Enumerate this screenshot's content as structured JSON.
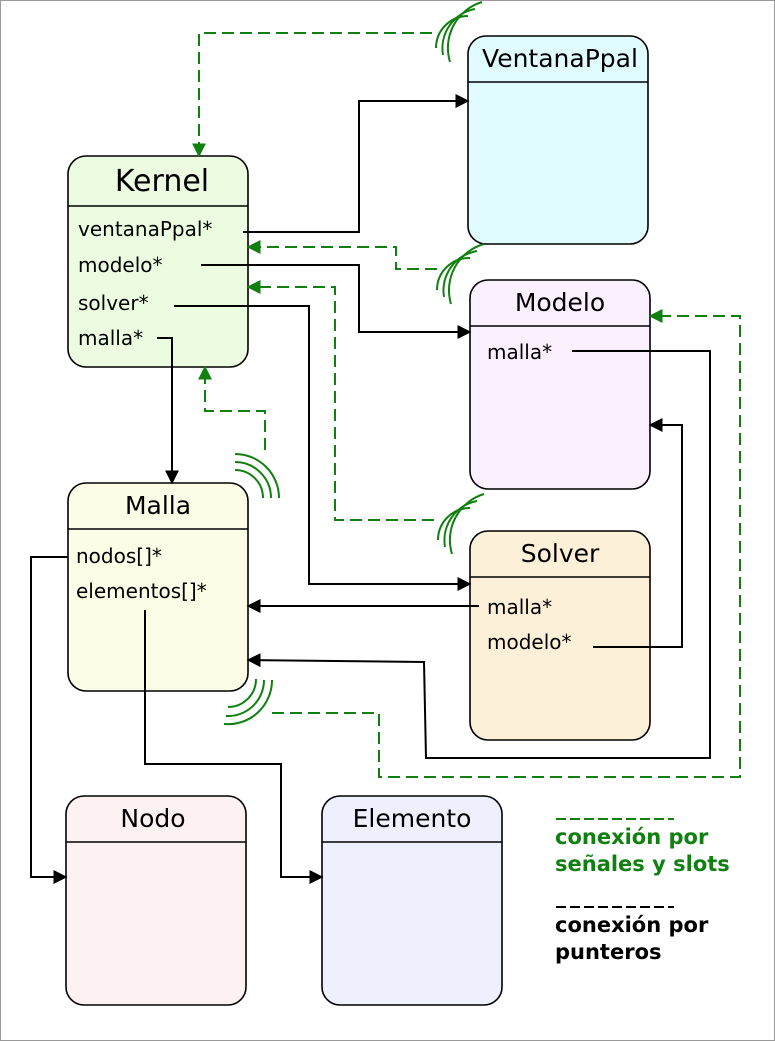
{
  "classes": {
    "kernel": {
      "title": "Kernel",
      "fields": [
        "ventanaPpal*",
        "modelo*",
        "solver*",
        "malla*"
      ],
      "color": "#ebfce0"
    },
    "ventana": {
      "title": "VentanaPpal",
      "fields": [],
      "color": "#e0fcfe"
    },
    "modelo": {
      "title": "Modelo",
      "fields": [
        "malla*"
      ],
      "color": "#faf0fe"
    },
    "malla": {
      "title": "Malla",
      "fields": [
        "nodos[]*",
        "elementos[]*"
      ],
      "color": "#fbfde6"
    },
    "solver": {
      "title": "Solver",
      "fields": [
        "malla*",
        "modelo*"
      ],
      "color": "#fdf0d8"
    },
    "nodo": {
      "title": "Nodo",
      "fields": [],
      "color": "#fdf1f2"
    },
    "elemento": {
      "title": "Elemento",
      "fields": [],
      "color": "#eef0fd"
    }
  },
  "legend": {
    "signals_line1": "conexión por",
    "signals_line2": "señales y slots",
    "pointers_line1": "conexión por",
    "pointers_line2": "punteros"
  },
  "colors": {
    "signal": "#108010",
    "pointer": "#000000"
  }
}
